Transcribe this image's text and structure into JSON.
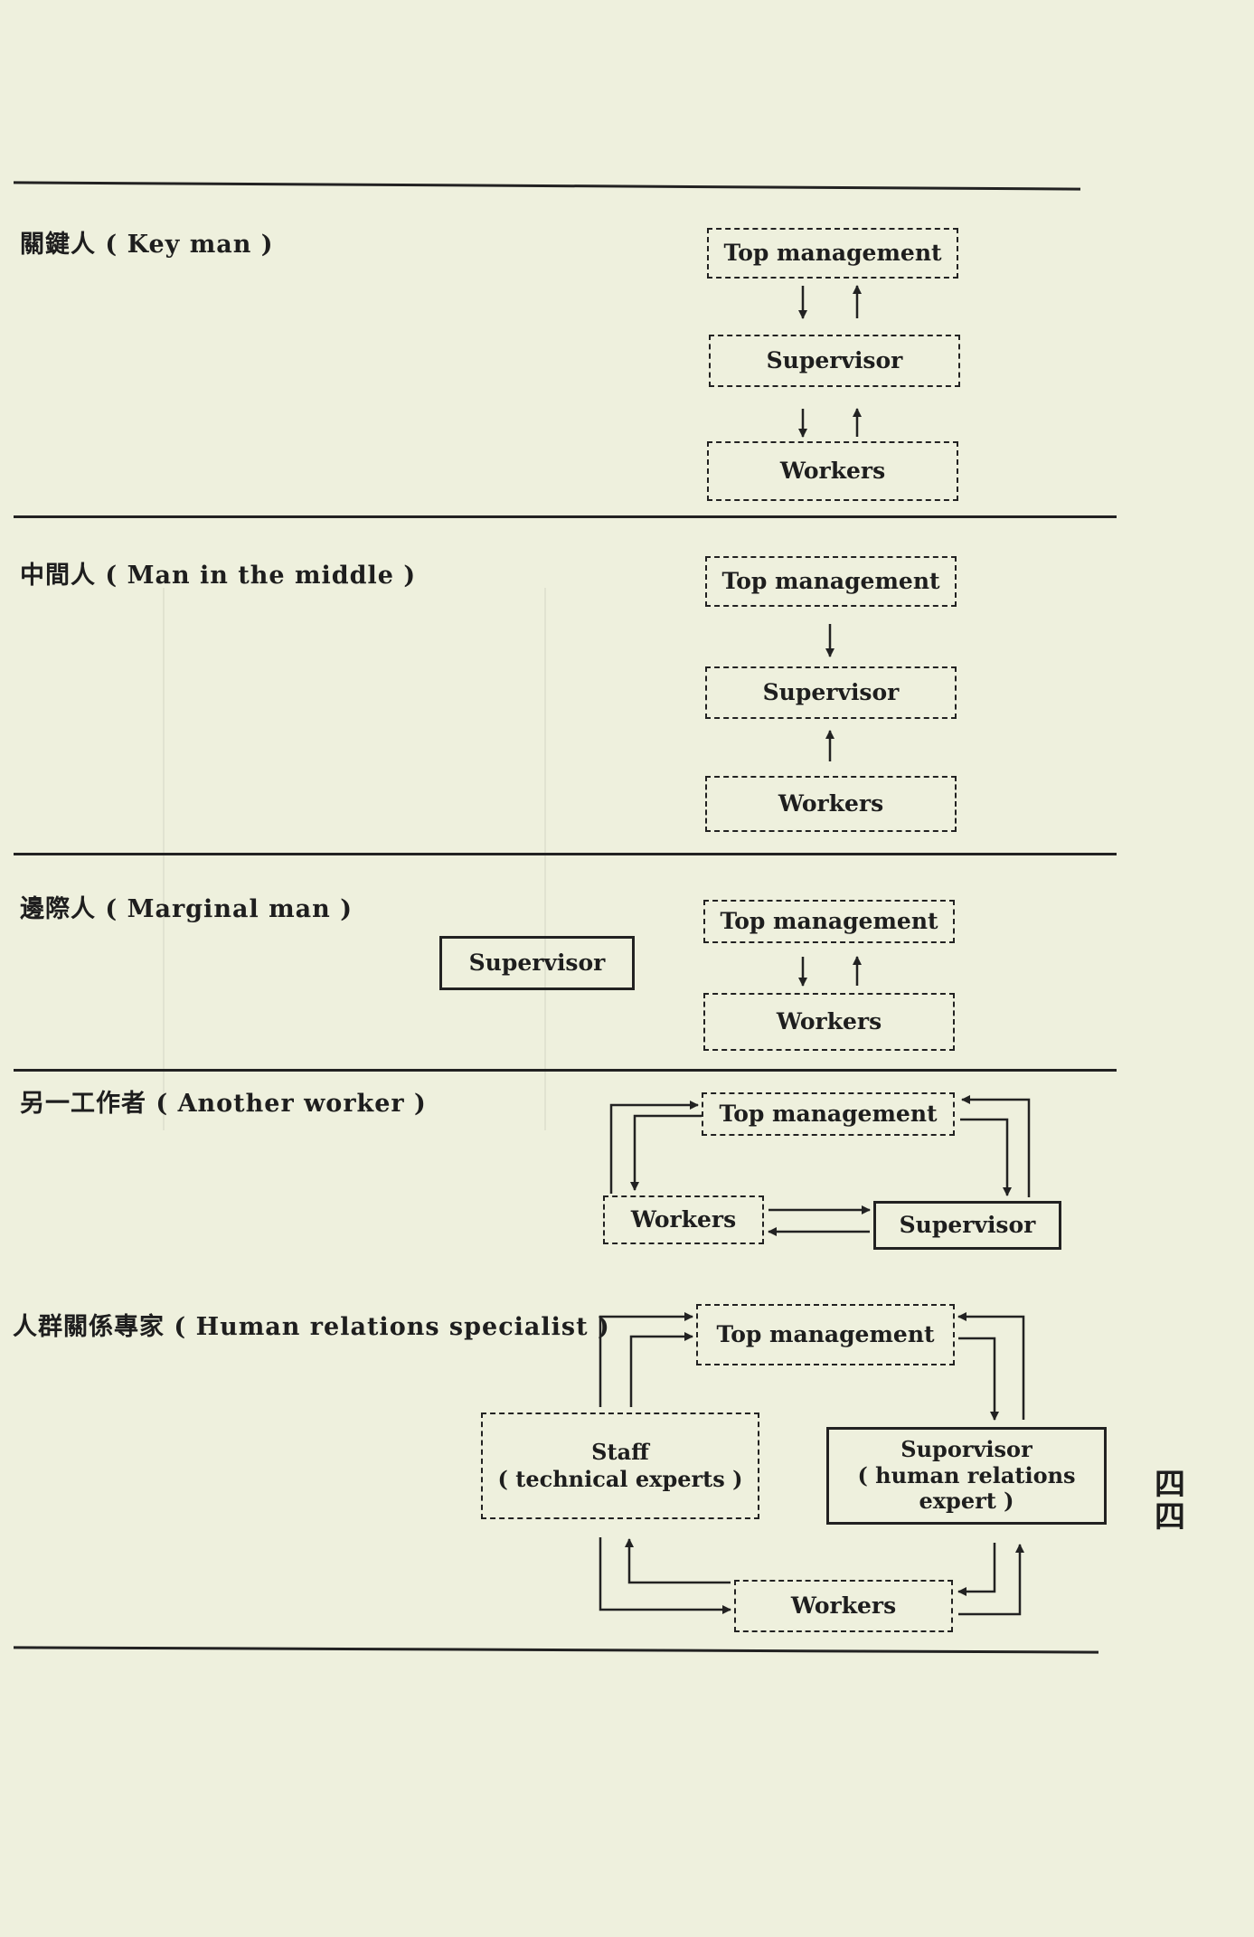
{
  "rows": [
    {
      "label": "關鍵人 ( Key man )",
      "boxes": {
        "top": "Top management",
        "middle": "Supervisor",
        "bottom": "Workers"
      }
    },
    {
      "label": "中間人 ( Man in the middle )",
      "boxes": {
        "top": "Top management",
        "middle": "Supervisor",
        "bottom": "Workers"
      }
    },
    {
      "label": "邊際人 ( Marginal man )",
      "boxes": {
        "top": "Top management",
        "side": "Supervisor",
        "bottom": "Workers"
      }
    },
    {
      "label": "另一工作者 ( Another worker )",
      "boxes": {
        "top": "Top management",
        "left": "Workers",
        "right": "Supervisor"
      }
    },
    {
      "label": "人群關係專家 ( Human relations specialist )",
      "boxes": {
        "top": "Top management",
        "left": "Staff\n( technical experts )",
        "right": "Suporvisor\n( human relations\nexpert )",
        "bottom": "Workers"
      }
    }
  ],
  "page_number": "四四"
}
